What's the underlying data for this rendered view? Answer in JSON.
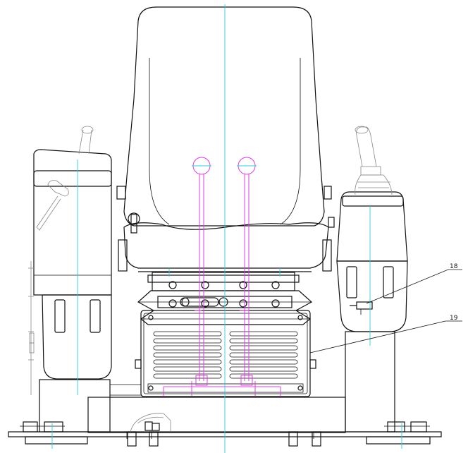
{
  "callouts": [
    {
      "id": "18",
      "label": "18"
    },
    {
      "id": "19",
      "label": "19"
    }
  ],
  "colors": {
    "outline": "#111111",
    "centerline": "#2ccfe0",
    "highlight": "#e03ce0",
    "background": "#ffffff"
  }
}
